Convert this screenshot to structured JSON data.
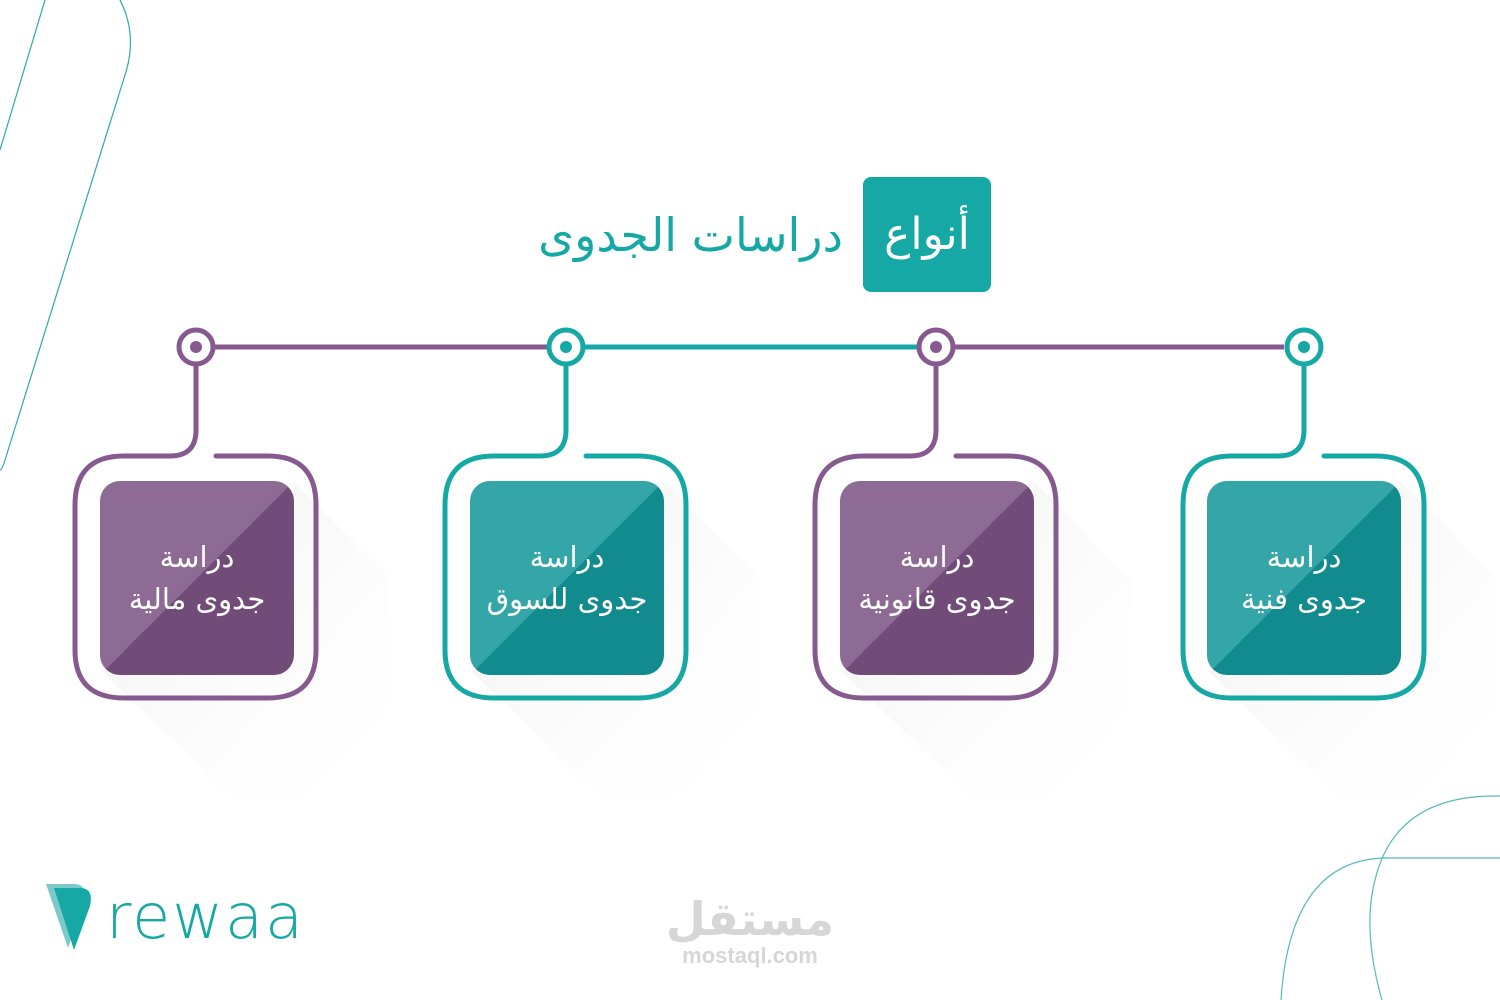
{
  "title": {
    "badge_text": "أنواع",
    "rest_text": "دراسات الجدوى",
    "badge_color": "#16a8a4"
  },
  "colors": {
    "teal": "#16a8a4",
    "teal_card": "#13979a",
    "purple": "#7c5383",
    "purple_line": "#875a8f",
    "shadow": "#e8e8e8"
  },
  "items": [
    {
      "line1": "دراسة",
      "line2": "جدوى مالية",
      "color": "purple"
    },
    {
      "line1": "دراسة",
      "line2": "جدوى للسوق",
      "color": "teal"
    },
    {
      "line1": "دراسة",
      "line2": "جدوى قانونية",
      "color": "purple"
    },
    {
      "line1": "دراسة",
      "line2": "جدوى فنية",
      "color": "teal"
    }
  ],
  "logo": {
    "text": "rewaa",
    "icon": "rewaa-logo-icon"
  },
  "watermark": {
    "arabic": "مستقل",
    "latin": "mostaql.com"
  }
}
